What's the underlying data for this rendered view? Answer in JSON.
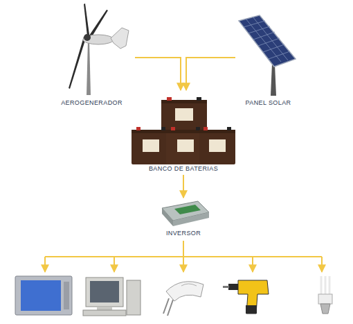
{
  "diagram": {
    "nodes": [
      {
        "text": [
          "AEROGENERADOR"
        ]
      },
      {
        "text": [
          "PANEL SOLAR"
        ]
      },
      {
        "text": [
          "BANCO DE BATERIAS"
        ]
      },
      {
        "text": [
          "INVERSOR"
        ]
      }
    ],
    "edges": [
      {
        "from": 0,
        "to": 2,
        "arrow": "to"
      },
      {
        "from": 1,
        "to": 2,
        "arrow": "to"
      },
      {
        "from": 2,
        "to": 3,
        "arrow": "to"
      }
    ]
  }
}
